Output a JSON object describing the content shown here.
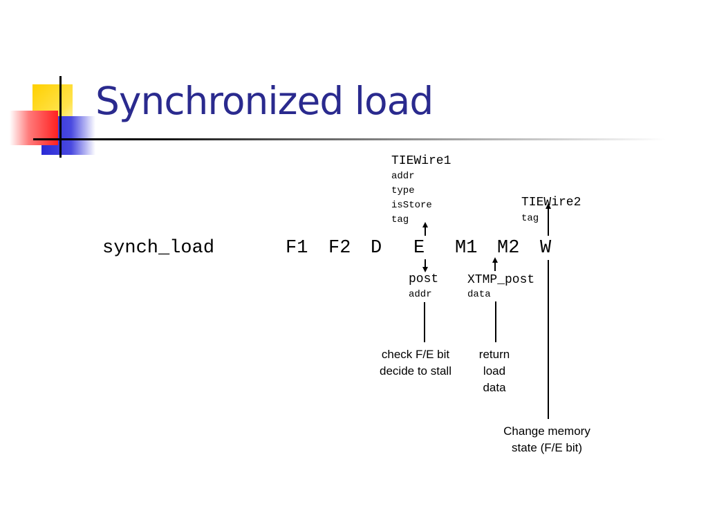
{
  "title": "Synchronized load",
  "instruction": "synch_load",
  "stages": [
    "F1",
    "F2",
    "D",
    "E",
    "M1",
    "M2",
    "W"
  ],
  "tiewire1": {
    "name": "TIEWire1",
    "signals": [
      "addr",
      "type",
      "isStore",
      "tag"
    ]
  },
  "tiewire2": {
    "name": "TIEWire2",
    "signals": [
      "tag"
    ]
  },
  "post": {
    "name": "post",
    "signals": [
      "addr"
    ]
  },
  "xtmp_post": {
    "name": "XTMP_post",
    "signals": [
      "data"
    ]
  },
  "notes": {
    "check": [
      "check F/E bit",
      "decide to stall"
    ],
    "return": [
      "return",
      "load",
      "data"
    ],
    "change": [
      "Change memory",
      "state (F/E bit)"
    ]
  }
}
